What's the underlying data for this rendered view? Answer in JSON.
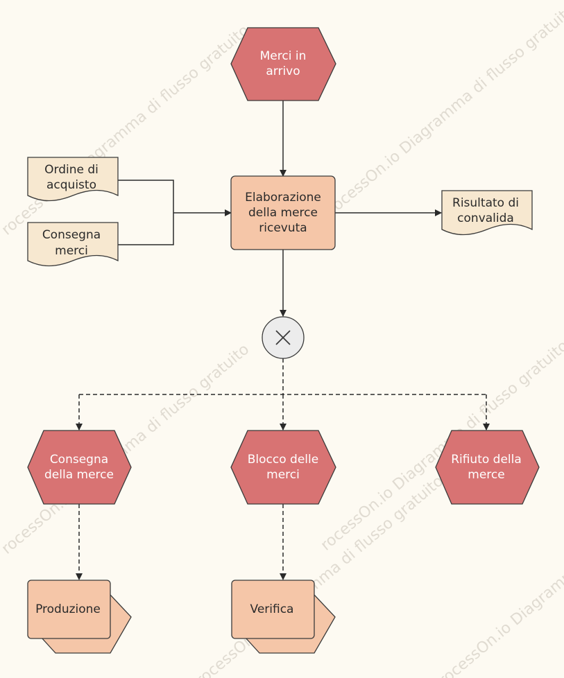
{
  "watermark": {
    "text": "rocessOn.io Diagramma di flusso gratuito"
  },
  "nodes": {
    "merci_in_arrivo": {
      "line1": "Merci in",
      "line2": "arrivo"
    },
    "ordine_di_acquisto": {
      "line1": "Ordine di",
      "line2": "acquisto"
    },
    "consegna_merci": {
      "line1": "Consegna",
      "line2": "merci"
    },
    "elaborazione": {
      "line1": "Elaborazione",
      "line2": "della merce",
      "line3": "ricevuta"
    },
    "risultato": {
      "line1": "Risultato di",
      "line2": "convalida"
    },
    "consegna_della_merce": {
      "line1": "Consegna",
      "line2": "della merce"
    },
    "blocco": {
      "line1": "Blocco delle",
      "line2": "merci"
    },
    "rifiuto": {
      "line1": "Rifiuto della",
      "line2": "merce"
    },
    "produzione": {
      "label": "Produzione"
    },
    "verifica": {
      "label": "Verifica"
    }
  },
  "colors": {
    "event_fill": "#d87373",
    "event_text": "#ffffff",
    "function_fill": "#f5c6a8",
    "document_fill": "#f7e8d0",
    "gateway_fill": "#ececec",
    "stroke": "#3a3a3a",
    "text_dark": "#2a2a2a",
    "background": "#fdfaf2"
  }
}
